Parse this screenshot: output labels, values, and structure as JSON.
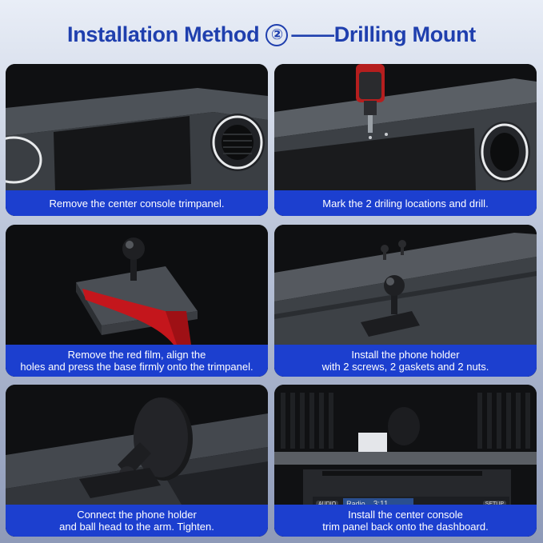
{
  "header": {
    "title_start": "Installation Method",
    "step_number": "②",
    "title_end": "——Drilling Mount"
  },
  "steps": [
    {
      "lines": [
        "Remove the center console trimpanel."
      ]
    },
    {
      "lines": [
        "Mark the 2 driling locations and drill."
      ]
    },
    {
      "lines": [
        "Remove the red film, align the",
        "holes and press the base firmly onto the trimpanel."
      ]
    },
    {
      "lines": [
        "Install the phone holder",
        "with 2 screws, 2 gaskets and 2 nuts."
      ]
    },
    {
      "lines": [
        "Connect the phone holder",
        "and ball head to the arm. Tighten."
      ]
    },
    {
      "lines": [
        "Install the center console",
        "trim panel back onto the dashboard."
      ]
    }
  ],
  "radio_display": {
    "audio_button": "AUDIO",
    "source": "Radio",
    "time": "3:11",
    "setup_button": "SETUP"
  },
  "colors": {
    "title": "#1f3fae",
    "caption_bg": "#1c3fcf",
    "adhesive_film": "#c4161c"
  }
}
